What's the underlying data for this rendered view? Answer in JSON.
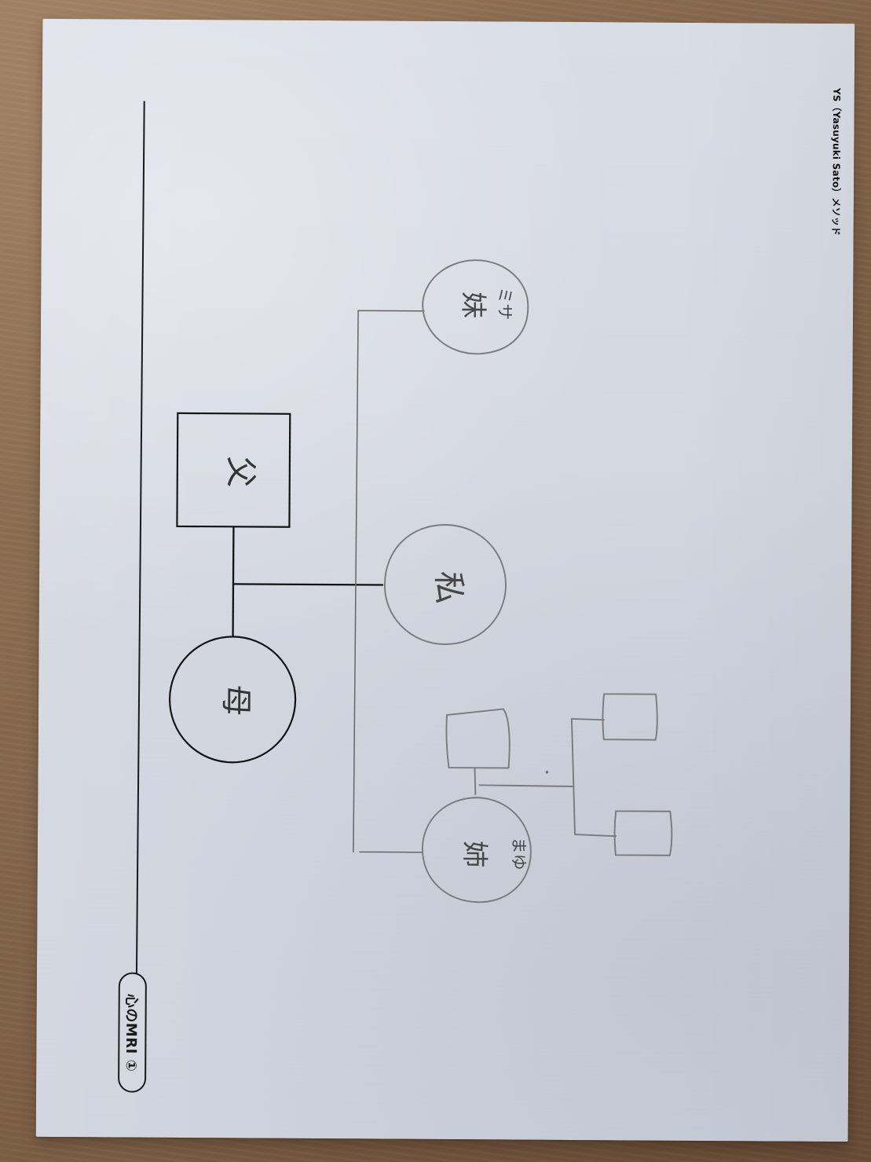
{
  "document": {
    "header_badge": "心のMRI ①",
    "footer_note": "YS（Yasuyuki Sato）メソッド"
  },
  "diagram": {
    "mother": "母",
    "father": "父",
    "self": "私",
    "older_sister": "姉",
    "older_sister_name": "まゆ",
    "younger_sister": "妹",
    "younger_sister_name": "ミサ"
  },
  "colors": {
    "ink": "#111111",
    "pencil": "#7a7a7a",
    "paper": "#d3d7e0",
    "background": "#7e5f45"
  }
}
